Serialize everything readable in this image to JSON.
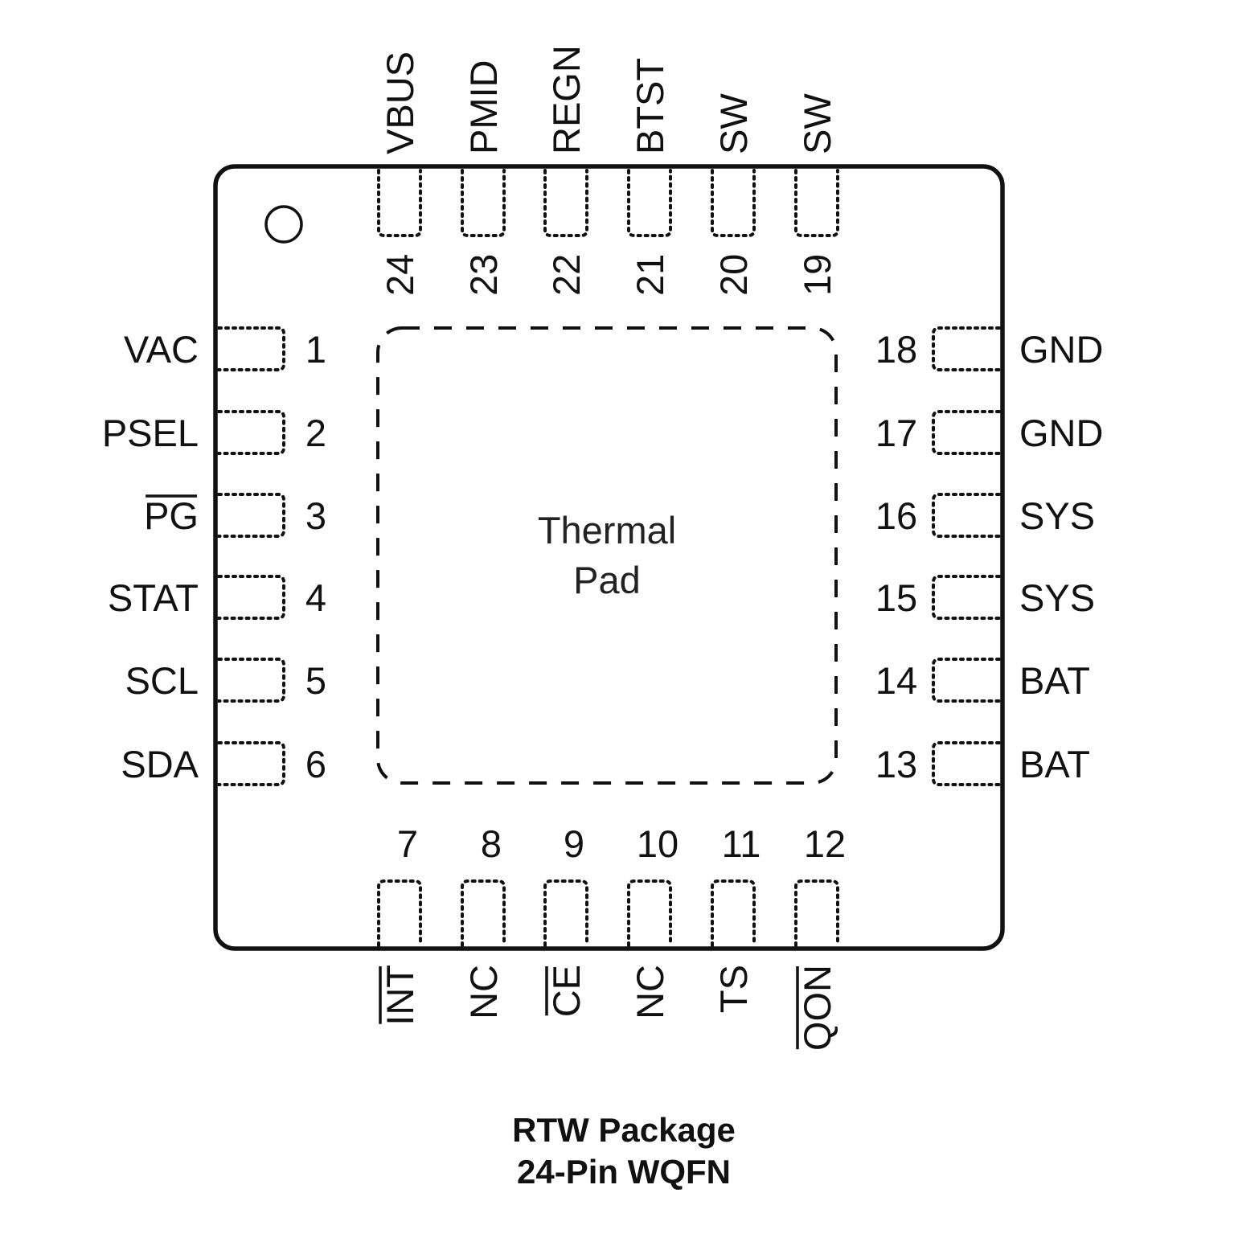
{
  "package": {
    "caption_line1": "RTW Package",
    "caption_line2": "24-Pin WQFN",
    "thermal_pad_line1": "Thermal",
    "thermal_pad_line2": "Pad",
    "pin1_marker": "pin-1-indicator-circle"
  },
  "pins": {
    "left": [
      {
        "num": "1",
        "name": "VAC",
        "active_low": false
      },
      {
        "num": "2",
        "name": "PSEL",
        "active_low": false
      },
      {
        "num": "3",
        "name": "PG",
        "active_low": true
      },
      {
        "num": "4",
        "name": "STAT",
        "active_low": false
      },
      {
        "num": "5",
        "name": "SCL",
        "active_low": false
      },
      {
        "num": "6",
        "name": "SDA",
        "active_low": false
      }
    ],
    "bottom": [
      {
        "num": "7",
        "name": "INT",
        "active_low": true
      },
      {
        "num": "8",
        "name": "NC",
        "active_low": false
      },
      {
        "num": "9",
        "name": "CE",
        "active_low": true
      },
      {
        "num": "10",
        "name": "NC",
        "active_low": false
      },
      {
        "num": "11",
        "name": "TS",
        "active_low": false
      },
      {
        "num": "12",
        "name": "QON",
        "active_low": true
      }
    ],
    "right": [
      {
        "num": "13",
        "name": "BAT",
        "active_low": false
      },
      {
        "num": "14",
        "name": "BAT",
        "active_low": false
      },
      {
        "num": "15",
        "name": "SYS",
        "active_low": false
      },
      {
        "num": "16",
        "name": "SYS",
        "active_low": false
      },
      {
        "num": "17",
        "name": "GND",
        "active_low": false
      },
      {
        "num": "18",
        "name": "GND",
        "active_low": false
      }
    ],
    "top": [
      {
        "num": "19",
        "name": "SW",
        "active_low": false
      },
      {
        "num": "20",
        "name": "SW",
        "active_low": false
      },
      {
        "num": "21",
        "name": "BTST",
        "active_low": false
      },
      {
        "num": "22",
        "name": "REGN",
        "active_low": false
      },
      {
        "num": "23",
        "name": "PMID",
        "active_low": false
      },
      {
        "num": "24",
        "name": "VBUS",
        "active_low": false
      }
    ]
  }
}
